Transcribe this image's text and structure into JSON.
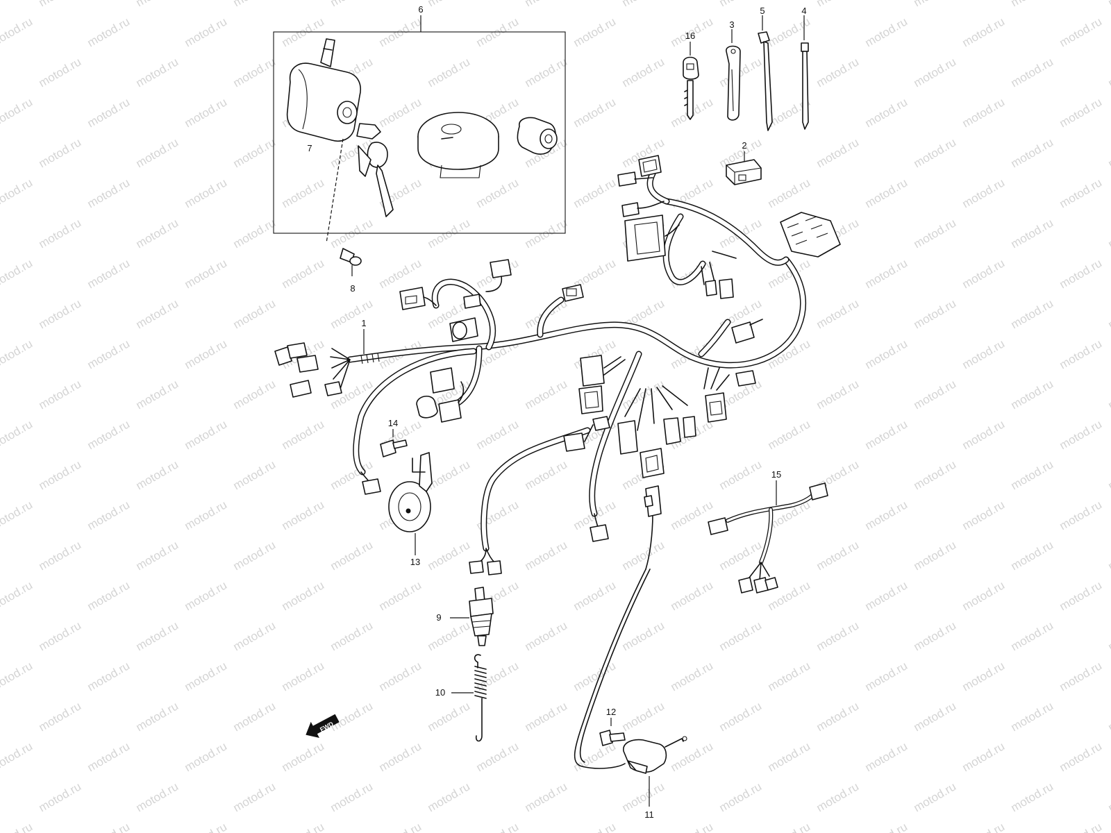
{
  "watermark": {
    "text": "motod.ru"
  },
  "callouts": [
    {
      "id": "1",
      "text": "1"
    },
    {
      "id": "2",
      "text": "2"
    },
    {
      "id": "3",
      "text": "3"
    },
    {
      "id": "4",
      "text": "4"
    },
    {
      "id": "5",
      "text": "5"
    },
    {
      "id": "6",
      "text": "6"
    },
    {
      "id": "7",
      "text": "7"
    },
    {
      "id": "8",
      "text": "8"
    },
    {
      "id": "9",
      "text": "9"
    },
    {
      "id": "10",
      "text": "10"
    },
    {
      "id": "11",
      "text": "11"
    },
    {
      "id": "12",
      "text": "12"
    },
    {
      "id": "13",
      "text": "13"
    },
    {
      "id": "14",
      "text": "14"
    },
    {
      "id": "15",
      "text": "15"
    },
    {
      "id": "16",
      "text": "16"
    }
  ],
  "direction_marker": {
    "text": "FWD"
  }
}
